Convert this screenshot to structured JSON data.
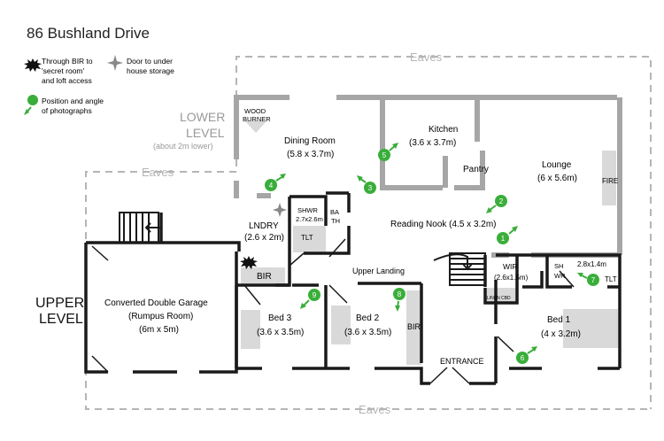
{
  "title": "86 Bushland Drive",
  "legend": {
    "bir_line1": "Through BIR to",
    "bir_line2": "'secret room'",
    "bir_line3": "and loft access",
    "door_line1": "Door to under",
    "door_line2": "house storage",
    "photo_line1": "Position and angle",
    "photo_line2": "of photographs"
  },
  "eaves": "Eaves",
  "lower_level": {
    "line1": "LOWER",
    "line2": "LEVEL",
    "note": "(about 2m lower)"
  },
  "upper_level": {
    "line1": "UPPER",
    "line2": "LEVEL"
  },
  "rooms": {
    "wood_burner_1": "WOOD",
    "wood_burner_2": "BURNER",
    "dining": "Dining Room",
    "dining_size": "(5.8 x 3.7m)",
    "kitchen": "Kitchen",
    "kitchen_size": "(3.6 x 3.7m)",
    "pantry": "Pantry",
    "lounge": "Lounge",
    "lounge_size": "(6 x 5.6m)",
    "fire": "FIRE",
    "shwr": "SHWR",
    "shwr_size": "2.7x2.6m",
    "bath_1": "BA",
    "bath_2": "TH",
    "reading": "Reading Nook (4.5 x 3.2m)",
    "lndry": "LNDRY",
    "lndry_size": "(2.6 x 2m)",
    "tlt": "TLT",
    "bir": "BIR",
    "upper_landing": "Upper Landing",
    "wir": "WIR",
    "wir_size": "(2.6x1.5m)",
    "linen": "LINEN CBD",
    "sh_1": "SH",
    "sh_2": "WR",
    "ensuite_size": "2.8x1.4m",
    "tlt2": "TLT",
    "garage_1": "Converted Double Garage",
    "garage_2": "(Rumpus Room)",
    "garage_size": "(6m x 5m)",
    "bed3": "Bed 3",
    "bed3_size": "(3.6 x 3.5m)",
    "bed2": "Bed 2",
    "bed2_size": "(3.6 x 3.5m)",
    "bir2": "BIR",
    "entrance": "ENTRANCE",
    "bed1": "Bed 1",
    "bed1_size": "(4 x 3.2m)"
  },
  "photo_markers": [
    "1",
    "2",
    "3",
    "4",
    "5",
    "6",
    "7",
    "8",
    "9"
  ],
  "colors": {
    "wall": "#1a1a1a",
    "grey_wall": "#a6a6a6",
    "eaves": "#b5b5b5",
    "fixture": "#d9d9d9",
    "marker": "#3aae3a"
  }
}
